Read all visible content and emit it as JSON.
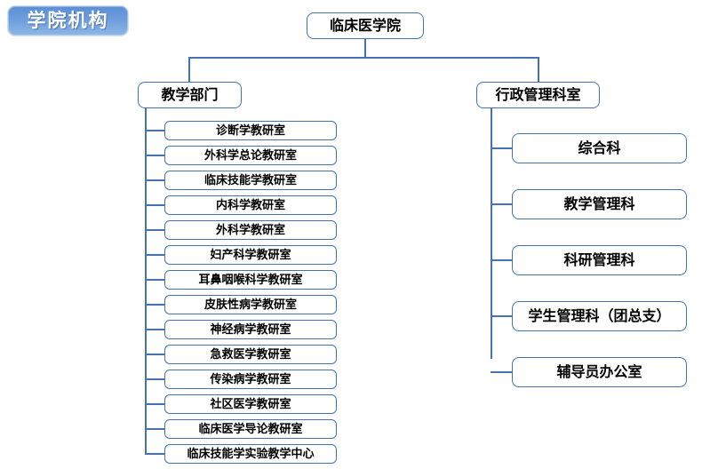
{
  "badge": {
    "label": "学院机构",
    "color": "#6d9ddc",
    "text_color": "#ffffff"
  },
  "theme": {
    "line_color": "#4472b4",
    "box_border": "#4472b4",
    "box_fill": "#ffffff",
    "text_color": "#000000",
    "background": "#ffffff"
  },
  "org_chart": {
    "root": {
      "label": "临床医学院"
    },
    "branches": [
      {
        "id": "teaching",
        "label": "教学部门",
        "children": [
          {
            "label": "诊断学教研室"
          },
          {
            "label": "外科学总论教研室"
          },
          {
            "label": "临床技能学教研室"
          },
          {
            "label": "内科学教研室"
          },
          {
            "label": "外科学教研室"
          },
          {
            "label": "妇产科学教研室"
          },
          {
            "label": "耳鼻咽喉科学教研室"
          },
          {
            "label": "皮肤性病学教研室"
          },
          {
            "label": "神经病学教研室"
          },
          {
            "label": "急救医学教研室"
          },
          {
            "label": "传染病学教研室"
          },
          {
            "label": "社区医学教研室"
          },
          {
            "label": "临床医学导论教研室"
          },
          {
            "label": "临床技能学实验教学中心"
          }
        ]
      },
      {
        "id": "administration",
        "label": "行政管理科室",
        "children": [
          {
            "label": "综合科"
          },
          {
            "label": "教学管理科"
          },
          {
            "label": "科研管理科"
          },
          {
            "label": "学生管理科（团总支）"
          },
          {
            "label": "辅导员办公室"
          }
        ]
      }
    ]
  }
}
